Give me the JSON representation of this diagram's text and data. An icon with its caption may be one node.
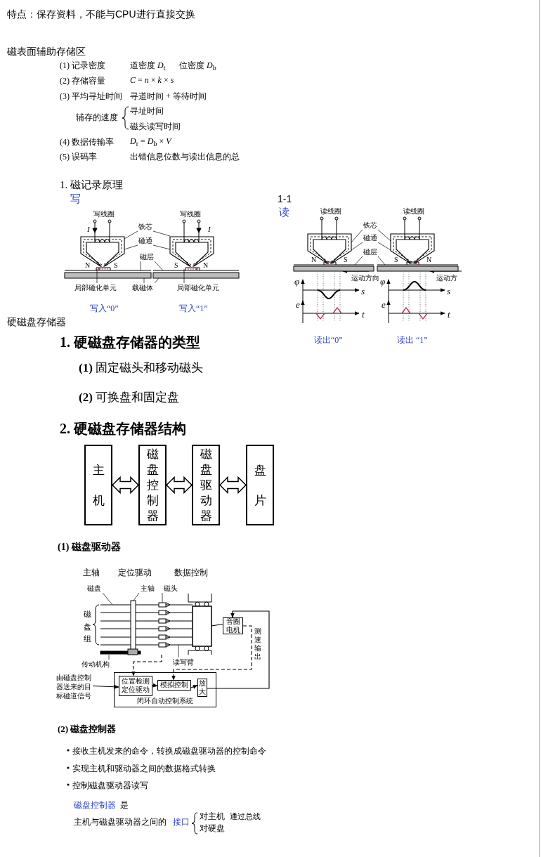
{
  "diagram": {
    "nodes": [
      {
        "text": [
          "铁芯"
        ]
      },
      {
        "text": [
          "磁通"
        ]
      },
      {
        "text": [
          "磁层"
        ]
      },
      {
        "text": [
          "局部磁化单元"
        ]
      },
      {
        "text": [
          "载磁体"
        ]
      },
      {
        "text": [
          "局部磁化单元"
        ]
      },
      {
        "text": [
          "铁芯"
        ]
      },
      {
        "text": [
          "磁通"
        ]
      },
      {
        "text": [
          "磁层"
        ]
      },
      {
        "text": [
          "主机"
        ]
      },
      {
        "text": [
          "磁盘控制器"
        ]
      },
      {
        "text": [
          "磁盘驱动器"
        ]
      },
      {
        "text": [
          "盘片"
        ]
      },
      {
        "text": [
          "磁盘"
        ]
      },
      {
        "text": [
          "主轴"
        ]
      },
      {
        "text": [
          "磁头"
        ]
      },
      {
        "text": [
          "读写臂"
        ]
      },
      {
        "text": [
          "传动机构"
        ]
      },
      {
        "text": [],
        "shape": "picture"
      },
      {
        "text": [
          "音圈电机"
        ]
      },
      {
        "text": [
          "由磁盘控制器送来的目标磁道信号"
        ]
      },
      {
        "text": [
          "闭环自动控制系统"
        ]
      },
      {
        "text": [
          "位置检测定位驱动"
        ],
        "in": 21
      },
      {
        "text": [
          "模拟控制"
        ],
        "in": 21
      },
      {
        "text": [
          "放大"
        ],
        "in": 21
      },
      {
        "text": [],
        "shape": "picture"
      },
      {
        "text": [],
        "shape": "picture"
      },
      {
        "text": [],
        "shape": "bar"
      },
      {
        "text": [],
        "shape": "bar"
      },
      {
        "text": [],
        "shape": "picture"
      },
      {
        "text": [],
        "shape": "picture"
      },
      {
        "text": [],
        "shape": "bar"
      },
      {
        "text": [],
        "shape": "bar"
      }
    ],
    "edges": [
      {
        "from": 0,
        "to": 25,
        "arrow": "none"
      },
      {
        "from": 0,
        "to": 26,
        "arrow": "none"
      },
      {
        "from": 1,
        "to": 25,
        "arrow": "none"
      },
      {
        "from": 1,
        "to": 26,
        "arrow": "none"
      },
      {
        "from": 2,
        "to": 27,
        "arrow": "none"
      },
      {
        "from": 2,
        "to": 28,
        "arrow": "none"
      },
      {
        "from": 3,
        "to": 27,
        "arrow": "none"
      },
      {
        "from": 4,
        "to": 27,
        "arrow": "none"
      },
      {
        "from": 4,
        "to": 28,
        "arrow": "none"
      },
      {
        "from": 5,
        "to": 28,
        "arrow": "none"
      },
      {
        "from": 6,
        "to": 29,
        "arrow": "none"
      },
      {
        "from": 6,
        "to": 30,
        "arrow": "none"
      },
      {
        "from": 7,
        "to": 29,
        "arrow": "none"
      },
      {
        "from": 7,
        "to": 30,
        "arrow": "none"
      },
      {
        "from": 8,
        "to": 31,
        "arrow": "none"
      },
      {
        "from": 8,
        "to": 32,
        "arrow": "none"
      },
      {
        "from": 13,
        "to": 18,
        "arrow": "none"
      },
      {
        "from": 14,
        "to": 18,
        "arrow": "none"
      },
      {
        "from": 15,
        "to": 18,
        "arrow": "none"
      },
      {
        "from": 16,
        "to": 18,
        "arrow": "none"
      },
      {
        "from": 17,
        "to": 18,
        "arrow": "none"
      },
      {
        "from": 9,
        "to": 10,
        "arrow": "both",
        "style": "thick"
      },
      {
        "from": 10,
        "to": 11,
        "arrow": "both",
        "style": "thick"
      },
      {
        "from": 11,
        "to": 12,
        "arrow": "both",
        "style": "thick"
      },
      {
        "from": 18,
        "to": 19,
        "arrow": "none"
      },
      {
        "from": 20,
        "to": 22,
        "arrow": "to"
      },
      {
        "from": 22,
        "to": 23,
        "arrow": "to"
      },
      {
        "from": 23,
        "to": 24,
        "arrow": "to"
      },
      {
        "from": 24,
        "to": 19,
        "arrow": "to"
      },
      {
        "from": 19,
        "to": 23,
        "arrow": "to",
        "style": "dashed",
        "label": "测速输出"
      },
      {
        "from": 18,
        "to": 22,
        "arrow": "to",
        "style": "dashed"
      }
    ],
    "labels": [
      "特点：保存资料，不能与CPU进行直接交换",
      "磁表面辅助存储区",
      "(1) 记录密度",
      "道密度 *D*$_{t}$",
      "位密度 *D*$_{b}$",
      "(2) 存储容量",
      "*C* = *n* × *k* × *s*",
      "(3) 平均寻址时间",
      "寻道时间 + 等待时间",
      "辅存的速度",
      "寻址时间",
      "磁头读写时间",
      "(4) 数据传输率",
      "*D*$_{r}$ = *D*$_{b}$ × *V*",
      "(5) 误码率",
      "出错信息位数与读出信息的总",
      "1. 磁记录原理",
      "写",
      "1-1",
      "读",
      "写线圈",
      "I",
      "写线圈",
      "I",
      "N",
      "S",
      "S",
      "N",
      "读线圈",
      "读线圈",
      "N",
      "S",
      "S",
      "N",
      "运动方向",
      "运动方",
      "φ",
      "s",
      "e",
      "t",
      "φ",
      "s",
      "e",
      "t",
      "写入“0”",
      "写入“1”",
      "硬磁盘存储器",
      "读出“0”",
      "读出 “1”",
      "1. 硬磁盘存储器的类型",
      "**(1)** 固定磁头和移动磁头",
      "**(2)** 可换盘和固定盘",
      "2. 硬磁盘存储器结构",
      "(1) 磁盘驱动器",
      "主轴",
      "定位驱动",
      "数据控制",
      "磁盘组",
      "(2) 磁盘控制器",
      "接收主机发来的命令，转换成磁盘驱动器的控制命令",
      "实现主机和驱动器之间的数据格式转换",
      "控制磁盘驱动器读写",
      "磁盘控制器",
      "是",
      "主机与磁盘驱动器之间的",
      "接口",
      "对主机",
      "通过总线",
      "对硬盘"
    ]
  }
}
